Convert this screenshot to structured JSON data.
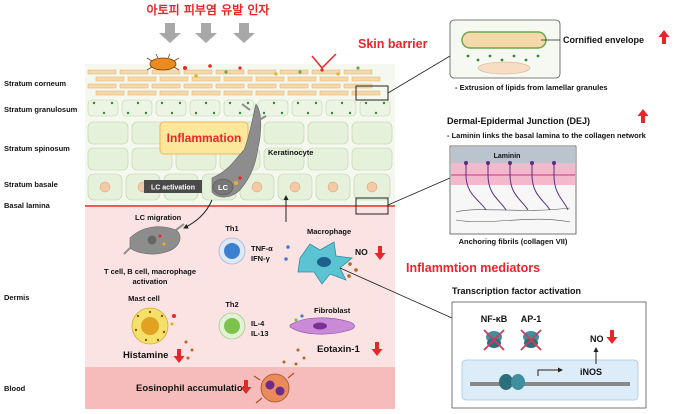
{
  "header_korean": "아토피 피부염 유발 인자",
  "layers": {
    "stratum_corneum": "Stratum corneum",
    "stratum_granulosum": "Stratum granulosum",
    "stratum_spinosum": "Stratum spinosum",
    "stratum_basale": "Stratum basale",
    "basal_lamina": "Basal lamina",
    "dermis": "Dermis",
    "blood": "Blood"
  },
  "skin_barrier": {
    "title": "Skin barrier",
    "envelope_label": "Cornified envelope",
    "extrusion_note": "- Extrusion of lipids from lamellar granules"
  },
  "dej": {
    "title": "Dermal-Epidermal Junction (DEJ)",
    "note": "- Laminin links the basal lamina to the collagen network",
    "laminin": "Laminin",
    "anchoring": "Anchoring fibrils (collagen VII)"
  },
  "epidermis": {
    "inflammation": "Inflammation",
    "keratinocyte": "Keratinocyte",
    "lc_activation": "LC activation",
    "lc": "LC"
  },
  "dermis_cells": {
    "lc_migration": "LC migration",
    "lc_targets_1": "T cell, B cell, macrophage",
    "lc_targets_2": "activation",
    "th1": "Th1",
    "tnf": "TNF-α",
    "ifn": "IFN-γ",
    "macrophage": "Macrophage",
    "no": "NO",
    "mast_cell": "Mast cell",
    "histamine": "Histamine",
    "th2": "Th2",
    "il4": "IL-4",
    "il13": "IL-13",
    "fibroblast": "Fibroblast",
    "eotaxin": "Eotaxin-1",
    "eosinophil": "Eosinophil accumulation"
  },
  "mediators": {
    "title": "Inflammtion mediators",
    "tf_title": "Transcription factor activation",
    "nfkb": "NF-κB",
    "ap1": "AP-1",
    "no": "NO",
    "inos": "iNOS"
  },
  "colors": {
    "red": "#e8262a",
    "epidermis_cell": "#e6f1dc",
    "dermis": "#fbe3e3",
    "blood": "#f6bcbc",
    "corneum": "#f6d9a8"
  }
}
